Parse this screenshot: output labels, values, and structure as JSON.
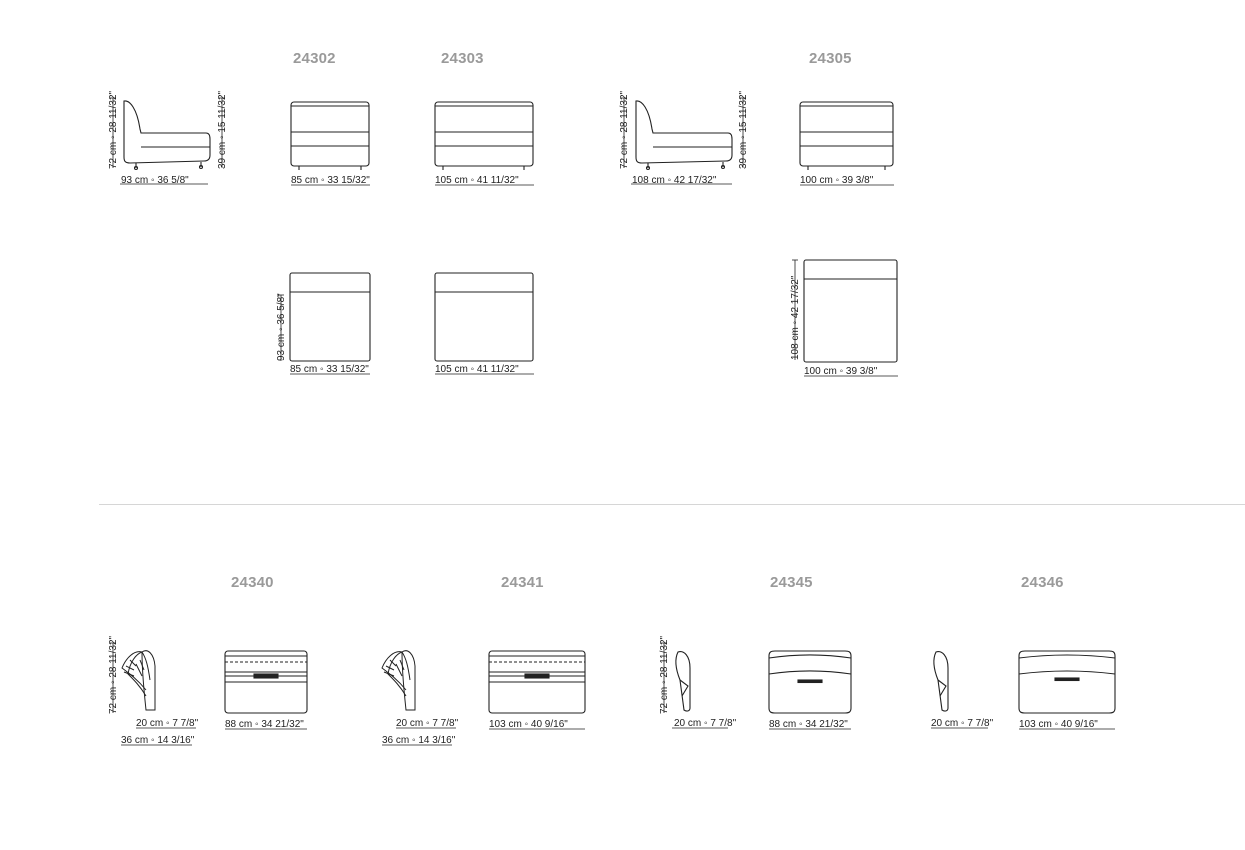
{
  "sections": [
    {
      "items": [
        {
          "code": "24302",
          "views": [
            {
              "kind": "side",
              "width": "93 cm ◦ 36 5/8\"",
              "height": "72 cm ◦ 28 11/32\"",
              "seat": "39 cm ◦ 15 11/32\""
            },
            {
              "kind": "front",
              "width": "85 cm ◦ 33 15/32\""
            },
            {
              "kind": "top",
              "width": "85 cm ◦ 33 15/32\"",
              "depth": "93 cm ◦ 36 5/8\""
            }
          ]
        },
        {
          "code": "24303",
          "views": [
            {
              "kind": "front",
              "width": "105 cm ◦ 41 11/32\""
            },
            {
              "kind": "top",
              "width": "105 cm ◦ 41 11/32\""
            }
          ]
        },
        {
          "code": "24305",
          "views": [
            {
              "kind": "side",
              "width": "108 cm ◦ 42 17/32\"",
              "height": "72 cm ◦ 28 11/32\"",
              "seat": "39 cm ◦ 15 11/32\""
            },
            {
              "kind": "front",
              "width": "100 cm ◦ 39 3/8\""
            },
            {
              "kind": "top",
              "width": "100 cm ◦ 39 3/8\"",
              "depth": "108 cm ◦ 42 17/32\""
            }
          ]
        }
      ]
    },
    {
      "items": [
        {
          "code": "24340",
          "views": [
            {
              "kind": "back-side",
              "height": "72 cm ◦ 28 11/32\"",
              "depth": "20 cm ◦ 7 7/8\"",
              "depth_open": "36 cm ◦ 14 3/16\""
            },
            {
              "kind": "back-front",
              "width": "88 cm ◦ 34 21/32\""
            }
          ]
        },
        {
          "code": "24341",
          "views": [
            {
              "kind": "back-side",
              "depth": "20 cm ◦ 7 7/8\"",
              "depth_open": "36 cm ◦ 14 3/16\""
            },
            {
              "kind": "back-front",
              "width": "103 cm ◦ 40 9/16\""
            }
          ]
        },
        {
          "code": "24345",
          "views": [
            {
              "kind": "back-side",
              "height": "72 cm ◦ 28 11/32\"",
              "depth": "20 cm ◦ 7 7/8\""
            },
            {
              "kind": "back-front",
              "width": "88 cm ◦ 34 21/32\""
            }
          ]
        },
        {
          "code": "24346",
          "views": [
            {
              "kind": "back-side",
              "depth": "20 cm ◦ 7 7/8\""
            },
            {
              "kind": "back-front",
              "width": "103 cm ◦ 40 9/16\""
            }
          ]
        }
      ]
    }
  ]
}
